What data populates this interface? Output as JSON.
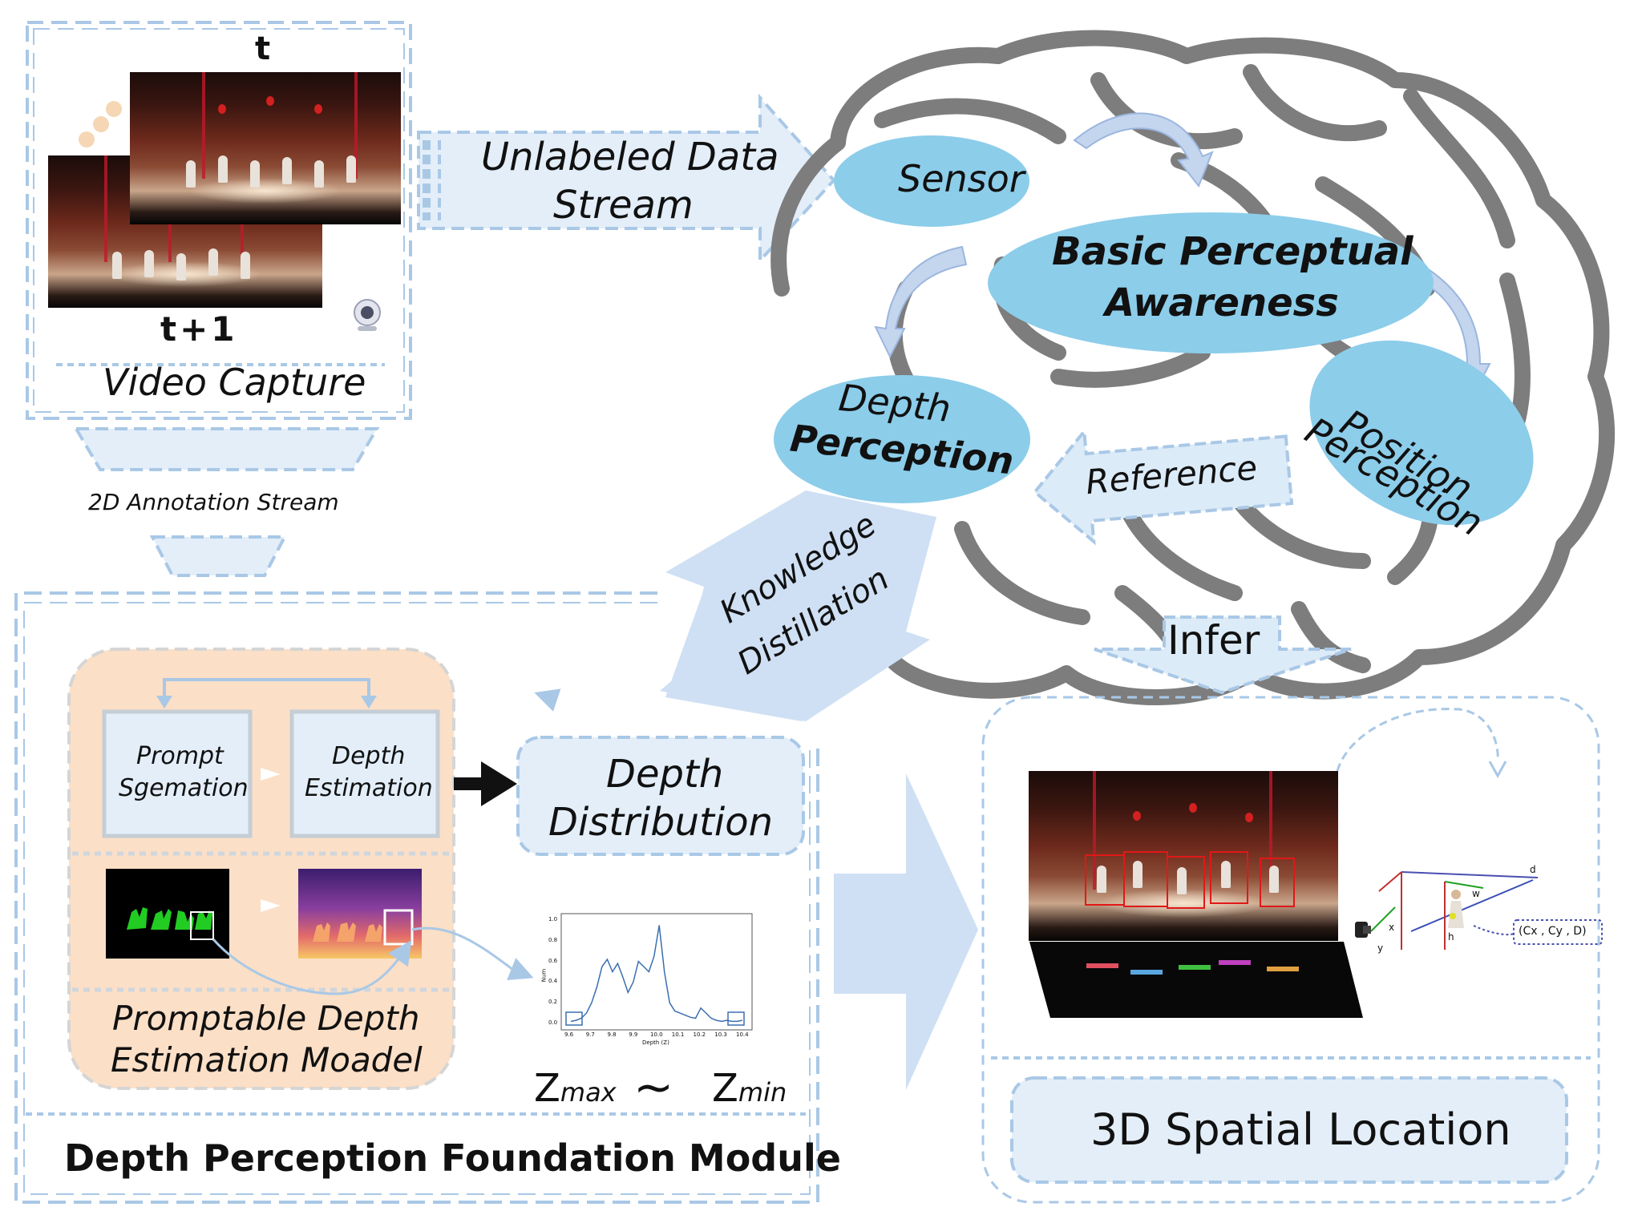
{
  "video_capture": {
    "frame_t_label": "t",
    "frame_t1_label": "t+1",
    "title": "Video Capture",
    "annotation_stream": "2D Annotation Stream"
  },
  "unlabeled_stream": {
    "line1": "Unlabeled Data",
    "line2": "Stream"
  },
  "brain": {
    "sensor": "Sensor",
    "basic_line1": "Basic Perceptual",
    "basic_line2": "Awareness",
    "depth_line1": "Depth",
    "depth_line2": "Perception",
    "position_line1": "Position",
    "position_line2": "Perception",
    "reference": "Reference",
    "infer": "Infer"
  },
  "knowledge_distillation": {
    "line1": "Knowledge",
    "line2": "Distillation"
  },
  "foundation_module": {
    "title": "Depth Perception Foundation Module",
    "prompt_line1": "Prompt",
    "prompt_line2": "Sgemation",
    "depth_est_line1": "Depth",
    "depth_est_line2": "Estimation",
    "model_line1": "Promptable Depth",
    "model_line2": "Estimation Moadel",
    "distribution_line1": "Depth",
    "distribution_line2": "Distribution",
    "zmax": "Z",
    "zmax_sub": "max",
    "tilde": "~",
    "zmin": "Z",
    "zmin_sub": "min"
  },
  "mini_chart": {
    "y_label": "Num",
    "x_label": "Depth (Z)",
    "y_ticks": [
      "0.0",
      "0.2",
      "0.4",
      "0.6",
      "0.8",
      "1.0"
    ],
    "x_ticks": [
      "9.6",
      "9.7",
      "9.8",
      "9.9",
      "10.0",
      "10.1",
      "10.2",
      "10.3",
      "10.4"
    ]
  },
  "spatial": {
    "title": "3D Spatial Location",
    "coord_label": "(Cx , Cy , D)",
    "axis_d": "d",
    "axis_x": "x",
    "axis_y": "y",
    "axis_w": "w",
    "axis_h": "h"
  },
  "colors": {
    "ellipse_fill": "#8ccdea",
    "arrow_fill": "#dcebf8",
    "dash_blue": "#a9c8e6",
    "brain_gray": "#7d7d7d",
    "orange_panel": "#fbdfc6"
  }
}
